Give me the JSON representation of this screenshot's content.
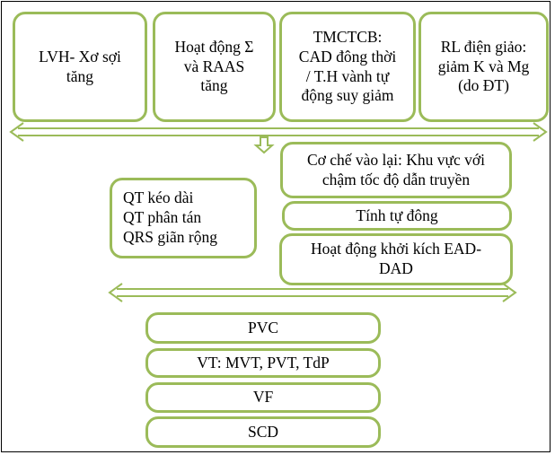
{
  "top_row": [
    {
      "text_lines": [
        "LVH- Xơ sợi",
        "tăng"
      ]
    },
    {
      "text_lines": [
        "Hoạt động Σ",
        "và RAAS",
        "tăng"
      ]
    },
    {
      "text_lines": [
        "TMCTCB:",
        "CAD đông thời",
        "/ T.H vành tự",
        "động suy giảm"
      ]
    },
    {
      "text_lines": [
        "RL điện giảo:",
        "giảm K và Mg",
        "(do ĐT)"
      ]
    }
  ],
  "left_box": {
    "text_lines": [
      "QT kéo dài",
      "QT phân tán",
      "QRS giãn rộng"
    ]
  },
  "right_column": [
    {
      "text_lines": [
        "Cơ chế vào lại: Khu vực với",
        "chậm tốc độ dẫn truyền"
      ]
    },
    {
      "text_lines": [
        "Tính tự đông"
      ]
    },
    {
      "text_lines": [
        "Hoạt động khởi kích EAD-",
        "DAD"
      ]
    }
  ],
  "bottom_column": [
    {
      "text": "PVC"
    },
    {
      "text": "VT: MVT, PVT, TdP"
    },
    {
      "text": "VF"
    },
    {
      "text": "SCD"
    }
  ],
  "colors": {
    "border": "#9bbb59",
    "arrow": "#9bbb59",
    "frame": "#000000"
  }
}
